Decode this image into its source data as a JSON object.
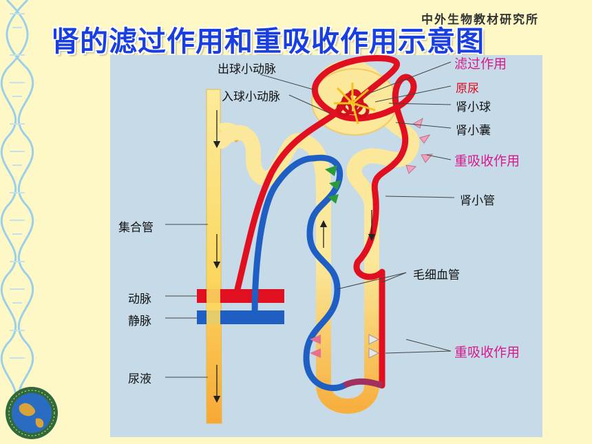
{
  "header": {
    "credit": "中外生物教材研究所",
    "title": "肾的滤过作用和重吸收作用示意图"
  },
  "labels": {
    "efferent_arteriole": "出球小动脉",
    "afferent_arteriole": "入球小动脉",
    "filtration": "滤过作用",
    "primary_urine": "原尿",
    "glomerulus": "肾小球",
    "bowman_capsule": "肾小囊",
    "reabsorption_top": "重吸收作用",
    "renal_tubule": "肾小管",
    "collecting_duct": "集合管",
    "capillary": "毛细血管",
    "artery": "动脉",
    "vein": "静脉",
    "urine": "尿液",
    "reabsorption_bottom": "重吸收作用"
  },
  "colors": {
    "title": "#1a3fe0",
    "highlight": "#d61a8c",
    "primary_urine": "#e3071e",
    "artery": "#e01020",
    "vein": "#1f5fc4",
    "tubule": "#fbe89a"
  }
}
